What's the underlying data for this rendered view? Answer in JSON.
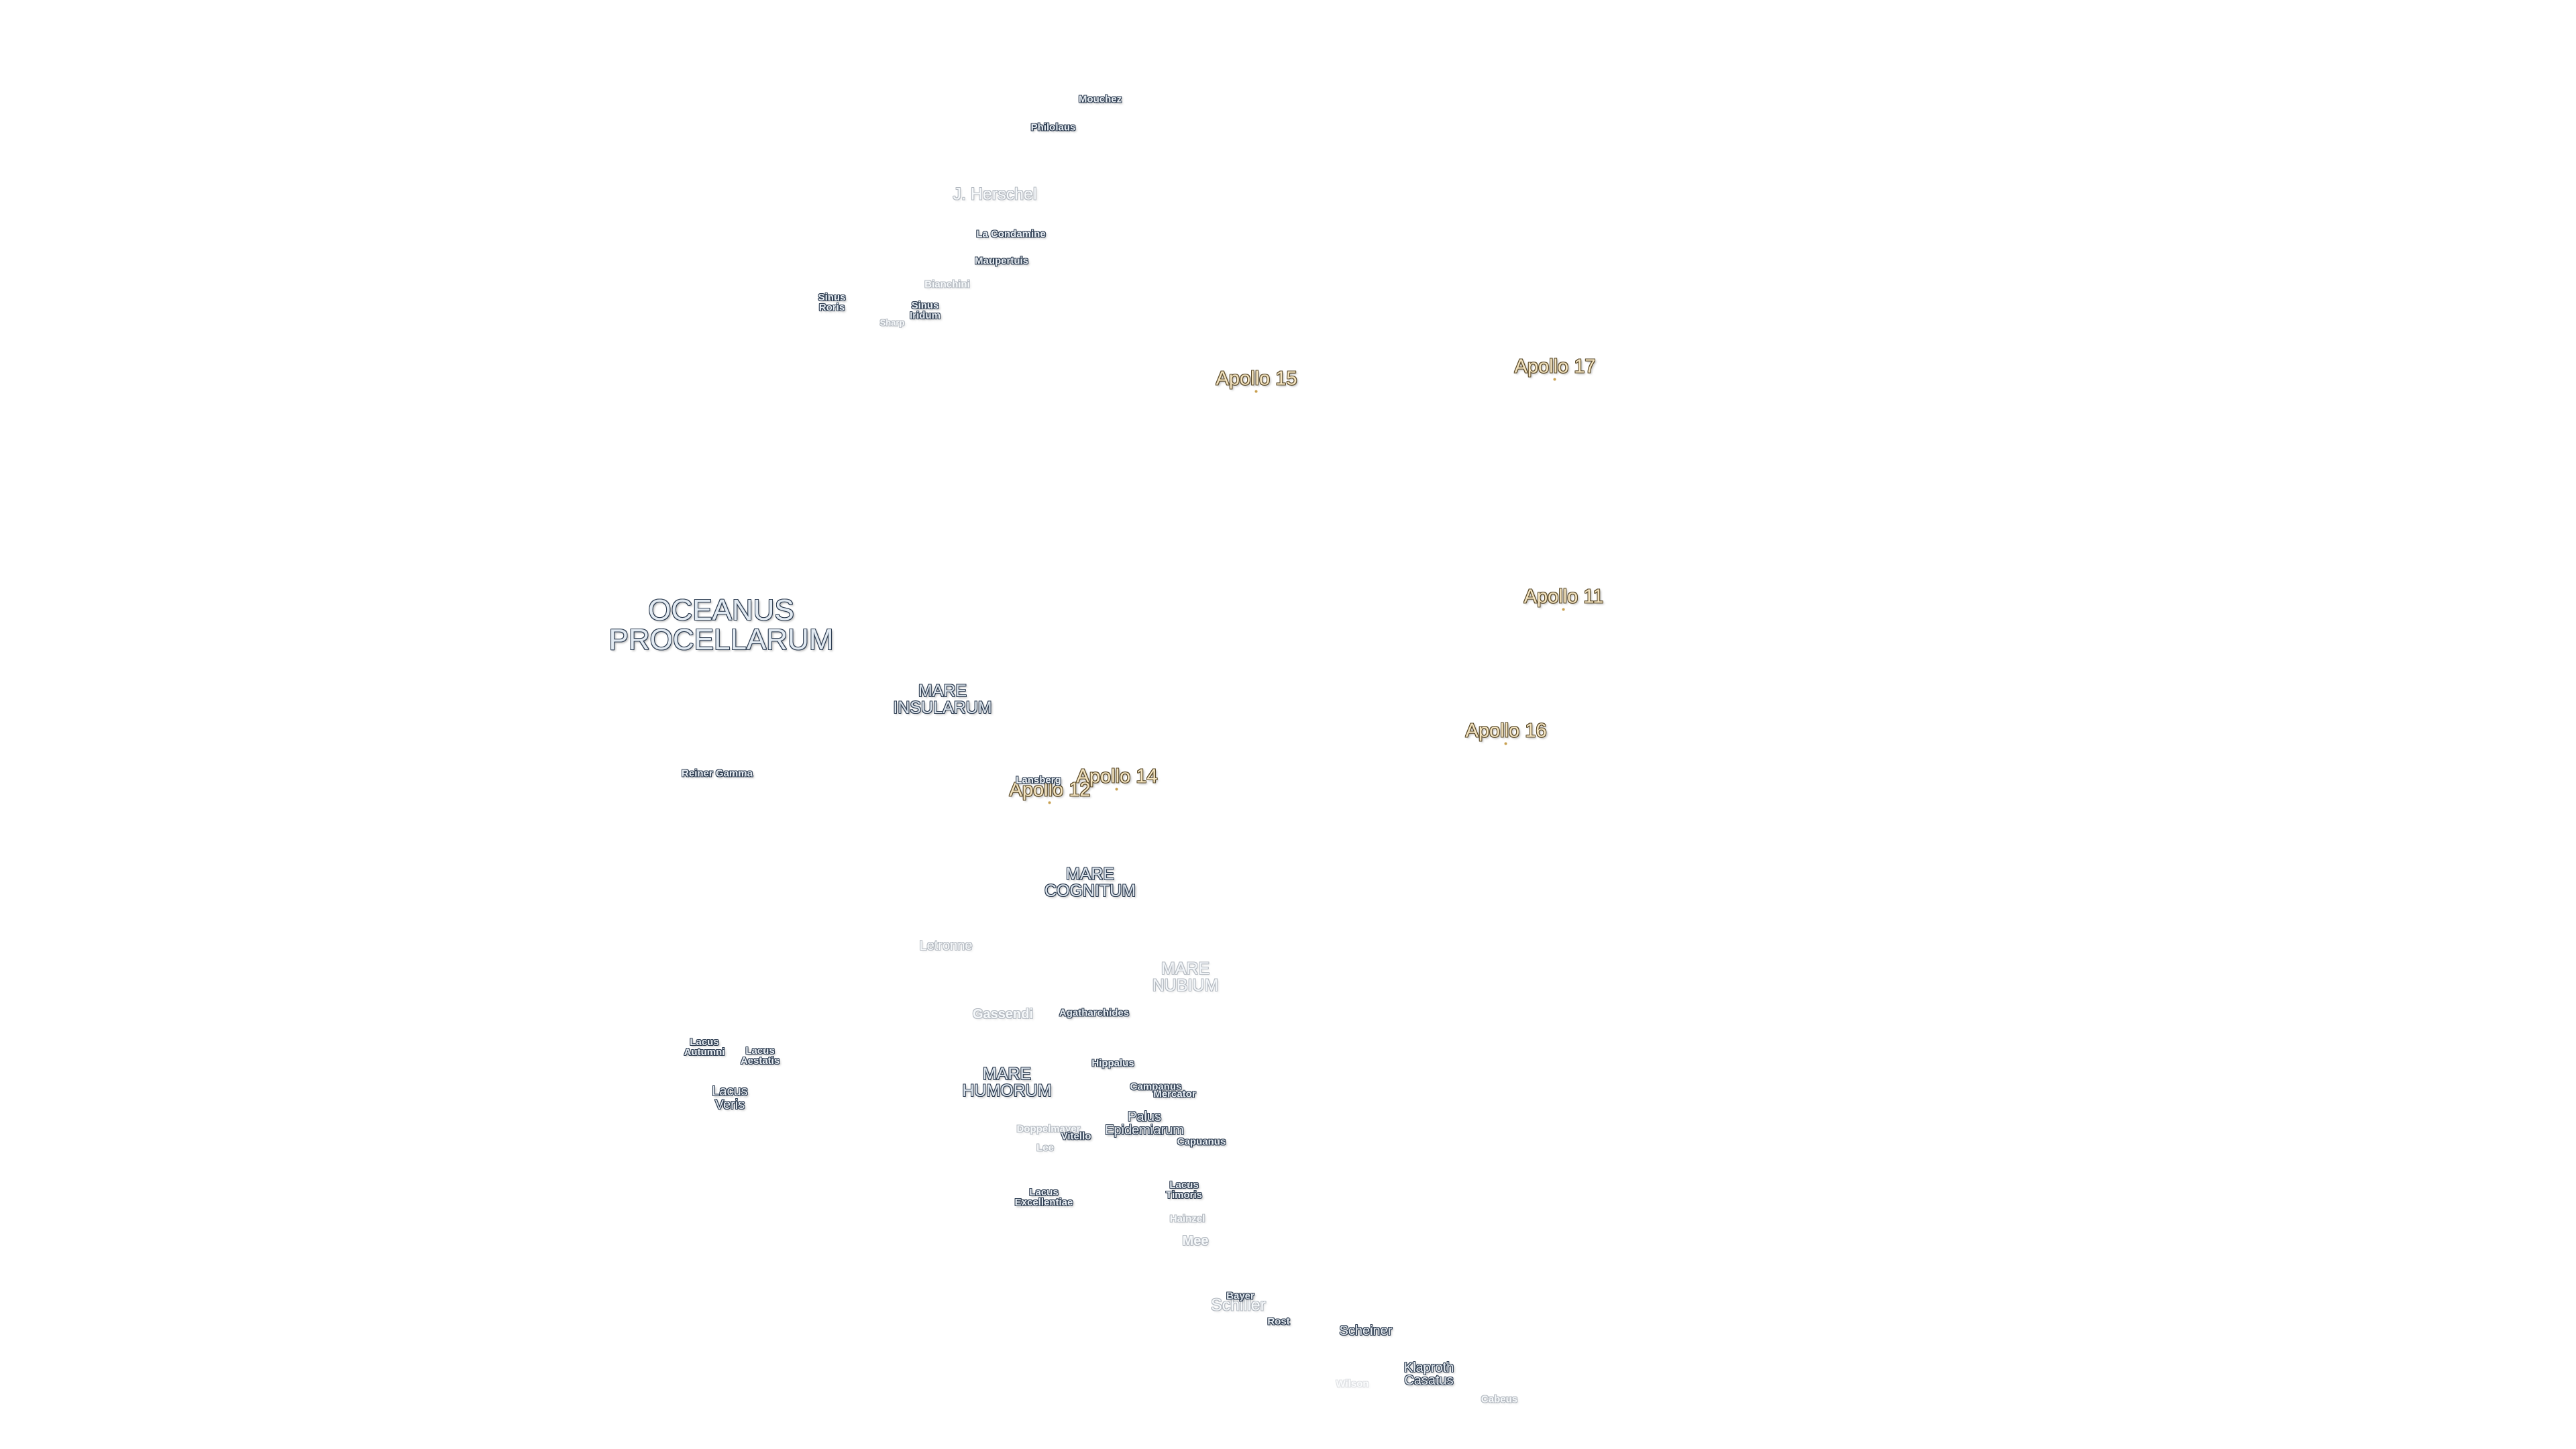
{
  "map": {
    "apollo_sites": [
      {
        "id": "apollo-15",
        "name": "Apollo 15"
      },
      {
        "id": "apollo-17",
        "name": "Apollo 17"
      },
      {
        "id": "apollo-11",
        "name": "Apollo 11"
      },
      {
        "id": "apollo-16",
        "name": "Apollo 16"
      },
      {
        "id": "apollo-14",
        "name": "Apollo 14"
      },
      {
        "id": "apollo-12",
        "name": "Apollo 12"
      }
    ],
    "features": {
      "mouchez": "Mouchez",
      "philolaus": "Philolaus",
      "j_herschel": "J. Herschel",
      "la_condamine": "La Condamine",
      "maupertuis": "Maupertuis",
      "bianchini": "Bianchini",
      "sinus_roris": "Sinus\nRoris",
      "sinus_iridum": "Sinus\nIridum",
      "sharp": "Sharp",
      "oceanus_procellarum": "OCEANUS\nPROCELLARUM",
      "mare_insularum": "MARE\nINSULARUM",
      "reiner_gamma": "Reiner Gamma",
      "lansberg": "Lansberg",
      "mare_cognitum": "MARE\nCOGNITUM",
      "letronne": "Letronne",
      "mare_nubium": "MARE\nNUBIUM",
      "gassendi": "Gassendi",
      "agatharchides": "Agatharchides",
      "lacus_autumni": "Lacus\nAutumni",
      "lacus_aestatis": "Lacus\nAestatis",
      "lacus_veris": "Lacus\nVeris",
      "mare_humorum": "MARE\nHUMORUM",
      "hippalus": "Hippalus",
      "campanus": "Campanus",
      "mercator": "Mercator",
      "palus_epidemiarum": "Palus\nEpidemiarum",
      "doppelmayer": "Doppelmayer",
      "vitello": "Vitello",
      "lee": "Lee",
      "capuanus": "Capuanus",
      "lacus_excellentiae": "Lacus\nExcellentiae",
      "lacus_timoris": "Lacus\nTimoris",
      "hainzel": "Hainzel",
      "mee": "Mee",
      "bayer": "Bayer",
      "schiller": "Schiller",
      "rost": "Rost",
      "scheiner": "Scheiner",
      "klaproth": "Klaproth",
      "casatus": "Casatus",
      "wilson": "Wilson",
      "cabeus": "Cabeus"
    }
  }
}
